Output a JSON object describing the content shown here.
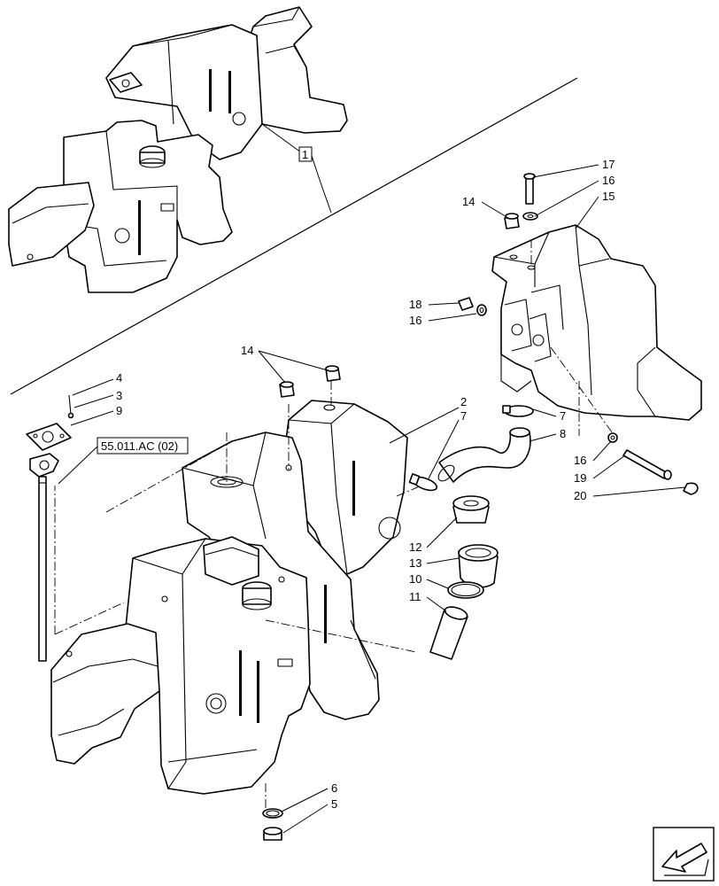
{
  "callouts": {
    "c1": "1",
    "c2": "2",
    "c3": "3",
    "c4": "4",
    "c5": "5",
    "c6": "6",
    "c7a": "7",
    "c7b": "7",
    "c8": "8",
    "c9": "9",
    "c10": "10",
    "c11": "11",
    "c12": "12",
    "c13": "13",
    "c14a": "14",
    "c14b": "14",
    "c15": "15",
    "c16a": "16",
    "c16b": "16",
    "c16c": "16",
    "c17": "17",
    "c18": "18",
    "c19": "19",
    "c20": "20"
  },
  "reference": "55.011.AC (02)",
  "nav_icon": "next-page-arrow-icon"
}
